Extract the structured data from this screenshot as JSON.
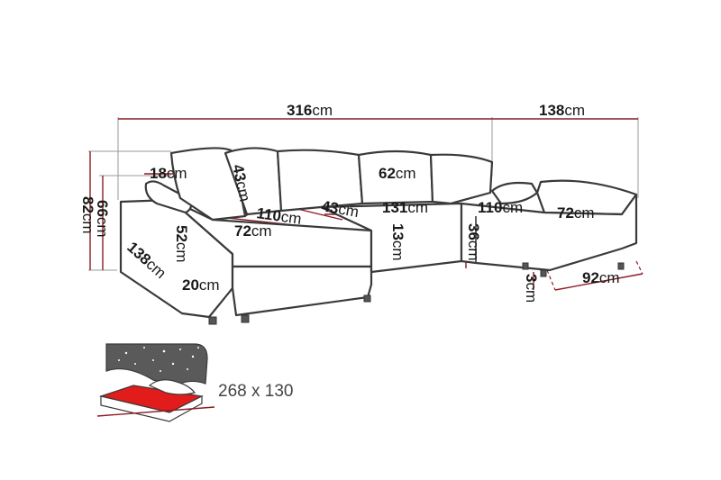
{
  "colors": {
    "outline": "#3a3a3a",
    "dimension_line": "#8b1c24",
    "bed_surface": "#e21b1b",
    "night_panel": "#5a5a5a"
  },
  "dimensions": {
    "total_width": "316cm",
    "chaise_width": "138cm",
    "armrest_width": "18cm",
    "back_height": "43cm",
    "cushion_width": "62cm",
    "total_height": "82cm",
    "back_height_inner": "66cm",
    "seat_depth_left": "110cm",
    "seat_width_left": "72cm",
    "left_inner": "43cm",
    "middle_length": "131cm",
    "right_seat_depth": "110cm",
    "right_seat_width": "72cm",
    "seat_height_left": "52cm",
    "mid_step": "13cm",
    "right_seat_height": "36cm",
    "left_depth": "138cm",
    "leg_side": "20cm",
    "leg_height": "3cm",
    "right_depth": "92cm"
  },
  "bed": {
    "size_label": "268 x 130"
  }
}
